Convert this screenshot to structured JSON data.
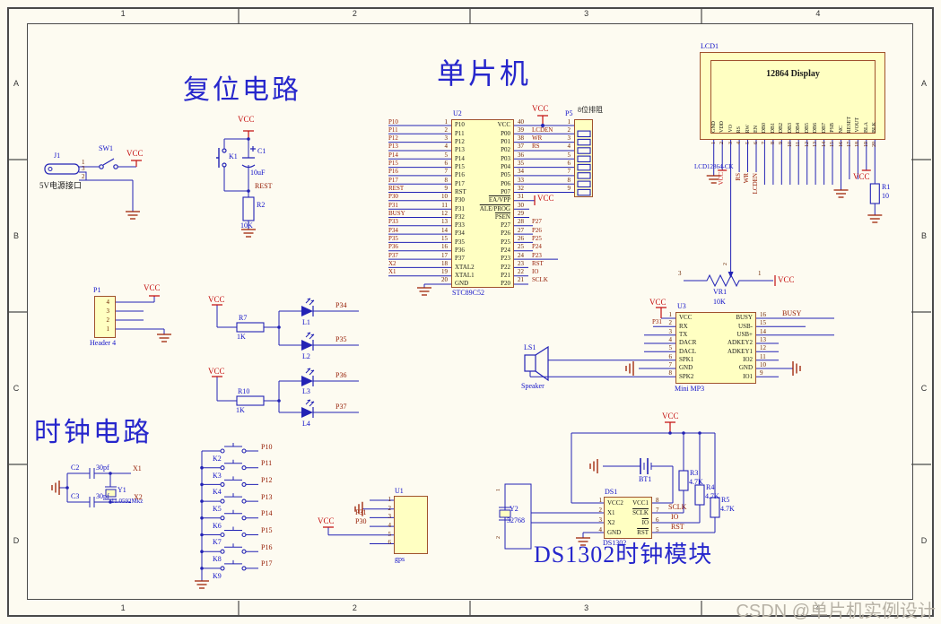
{
  "frame": {
    "cols": [
      "1",
      "2",
      "3",
      "4"
    ],
    "rows": [
      "A",
      "B",
      "C",
      "D"
    ],
    "watermark": "CSDN @单片机实例设计"
  },
  "titles": {
    "reset": "复位电路",
    "mcu": "单片机",
    "clock": "时钟电路",
    "ds": "DS1302时钟模块"
  },
  "power": {
    "j1": "J1",
    "j1_name": "5V电源接口",
    "sw1": "SW1",
    "vcc": "VCC",
    "pins": [
      "1",
      "3",
      "2"
    ]
  },
  "reset": {
    "vcc": "VCC",
    "k1": "K1",
    "c1": "C1",
    "c1_val": "10uF",
    "net": "REST",
    "r2": "R2",
    "r2_val": "10K"
  },
  "header4": {
    "ref": "P1",
    "name": "Header 4",
    "vcc": "VCC",
    "pins": [
      "4",
      "3",
      "2",
      "1"
    ]
  },
  "leds": {
    "g1": {
      "vcc": "VCC",
      "r": "R7",
      "r_val": "1K",
      "d1": "L1",
      "d1_net": "P34",
      "d2": "L2",
      "d2_net": "P35"
    },
    "g2": {
      "vcc": "VCC",
      "r": "R10",
      "r_val": "1K",
      "d1": "L3",
      "d1_net": "P36",
      "d2": "L4",
      "d2_net": "P37"
    }
  },
  "clock": {
    "c2": "C2",
    "c2_val": "30pf",
    "c3": "C3",
    "c3_val": "30pf",
    "y1": "Y1",
    "y1_val": "11.0592Mkz",
    "x1": "X1",
    "x2": "X2"
  },
  "keys": {
    "rows": [
      {
        "key": "K2",
        "net": "P10"
      },
      {
        "key": "K3",
        "net": "P11"
      },
      {
        "key": "K4",
        "net": "P12"
      },
      {
        "key": "K5",
        "net": "P13"
      },
      {
        "key": "K6",
        "net": "P14"
      },
      {
        "key": "K7",
        "net": "P15"
      },
      {
        "key": "K8",
        "net": "P16"
      },
      {
        "key": "K9",
        "net": "P17"
      }
    ]
  },
  "gps": {
    "ref": "U1",
    "name": "gps",
    "pins": [
      "1",
      "2",
      "3",
      "4",
      "5",
      "6"
    ],
    "p31": "P31",
    "p30": "P30",
    "vcc": "VCC"
  },
  "mcu": {
    "ref": "U2",
    "name": "STC89C52",
    "vcc_top": "VCC",
    "vcc_ea": "VCC",
    "left": [
      {
        "num": "1",
        "pin": "P10",
        "net": "P10"
      },
      {
        "num": "2",
        "pin": "P11",
        "net": "P11"
      },
      {
        "num": "3",
        "pin": "P12",
        "net": "P12"
      },
      {
        "num": "4",
        "pin": "P13",
        "net": "P13"
      },
      {
        "num": "5",
        "pin": "P14",
        "net": "P14"
      },
      {
        "num": "6",
        "pin": "P15",
        "net": "P15"
      },
      {
        "num": "7",
        "pin": "P16",
        "net": "P16"
      },
      {
        "num": "8",
        "pin": "P17",
        "net": "P17"
      },
      {
        "num": "9",
        "pin": "RST",
        "net": "REST"
      },
      {
        "num": "10",
        "pin": "P30",
        "net": "P30"
      },
      {
        "num": "11",
        "pin": "P31",
        "net": "P31"
      },
      {
        "num": "12",
        "pin": "P32",
        "net": "BUSY"
      },
      {
        "num": "13",
        "pin": "P33",
        "net": "P33"
      },
      {
        "num": "14",
        "pin": "P34",
        "net": "P34"
      },
      {
        "num": "15",
        "pin": "P35",
        "net": "P35"
      },
      {
        "num": "16",
        "pin": "P36",
        "net": "P36"
      },
      {
        "num": "17",
        "pin": "P37",
        "net": "P37"
      },
      {
        "num": "18",
        "pin": "XTAL2",
        "net": "X2"
      },
      {
        "num": "19",
        "pin": "XTAL1",
        "net": "X1"
      },
      {
        "num": "20",
        "pin": "GND",
        "net": ""
      }
    ],
    "right": [
      {
        "num": "40",
        "pin": "VCC",
        "net": ""
      },
      {
        "num": "39",
        "pin": "P00",
        "net": "LCDEN"
      },
      {
        "num": "38",
        "pin": "P01",
        "net": "WR"
      },
      {
        "num": "37",
        "pin": "P02",
        "net": "RS"
      },
      {
        "num": "36",
        "pin": "P03",
        "net": ""
      },
      {
        "num": "35",
        "pin": "P04",
        "net": ""
      },
      {
        "num": "34",
        "pin": "P05",
        "net": ""
      },
      {
        "num": "33",
        "pin": "P06",
        "net": ""
      },
      {
        "num": "32",
        "pin": "P07",
        "net": ""
      },
      {
        "num": "31",
        "pin": "EA/VPP",
        "net": ""
      },
      {
        "num": "30",
        "pin": "ALE/PROG",
        "net": ""
      },
      {
        "num": "29",
        "pin": "PSEN",
        "net": ""
      },
      {
        "num": "28",
        "pin": "P27",
        "net": "P27"
      },
      {
        "num": "27",
        "pin": "P26",
        "net": "P26"
      },
      {
        "num": "26",
        "pin": "P25",
        "net": "P25"
      },
      {
        "num": "25",
        "pin": "P24",
        "net": "P24"
      },
      {
        "num": "24",
        "pin": "P23",
        "net": "P23"
      },
      {
        "num": "23",
        "pin": "P22",
        "net": "RST"
      },
      {
        "num": "22",
        "pin": "P21",
        "net": "IO"
      },
      {
        "num": "21",
        "pin": "P20",
        "net": "SCLK"
      }
    ]
  },
  "rnet": {
    "ref": "P5",
    "name": "8位排阻",
    "pins": [
      "1",
      "2",
      "3",
      "4",
      "5",
      "6",
      "7",
      "8",
      "9"
    ]
  },
  "lcd": {
    "ref": "LCD1",
    "title": "12864 Display",
    "part": "LCD12864-CK",
    "pins": [
      {
        "num": "1",
        "name": "GND"
      },
      {
        "num": "2",
        "name": "VDD"
      },
      {
        "num": "3",
        "name": "VO"
      },
      {
        "num": "4",
        "name": "RS"
      },
      {
        "num": "5",
        "name": "RW"
      },
      {
        "num": "6",
        "name": "EN"
      },
      {
        "num": "7",
        "name": "DB0"
      },
      {
        "num": "8",
        "name": "DB1"
      },
      {
        "num": "9",
        "name": "DB2"
      },
      {
        "num": "10",
        "name": "DB3"
      },
      {
        "num": "11",
        "name": "DB4"
      },
      {
        "num": "12",
        "name": "DB5"
      },
      {
        "num": "13",
        "name": "DB6"
      },
      {
        "num": "14",
        "name": "DB7"
      },
      {
        "num": "15",
        "name": "PSB"
      },
      {
        "num": "16",
        "name": "NC"
      },
      {
        "num": "17",
        "name": "RESET"
      },
      {
        "num": "18",
        "name": "VOUT"
      },
      {
        "num": "19",
        "name": "BLA"
      },
      {
        "num": "20",
        "name": "BLK"
      }
    ],
    "vcc": "VCC",
    "rs": "RS",
    "wr": "WR",
    "lcden": "LCDEN",
    "vcc2": "VCC",
    "r1": "R1",
    "r1_val": "10"
  },
  "vr1": {
    "ref": "VR1",
    "val": "10K",
    "p3": "3",
    "p2": "2",
    "p1": "1",
    "vcc": "VCC"
  },
  "mp3": {
    "ref": "U3",
    "name": "Mini MP3",
    "vcc": "VCC",
    "p31": "P31",
    "busy": "BUSY",
    "left": [
      {
        "num": "1",
        "name": "VCC"
      },
      {
        "num": "2",
        "name": "RX"
      },
      {
        "num": "3",
        "name": "TX"
      },
      {
        "num": "4",
        "name": "DACR"
      },
      {
        "num": "5",
        "name": "DACL"
      },
      {
        "num": "6",
        "name": "SPK1"
      },
      {
        "num": "7",
        "name": "GND"
      },
      {
        "num": "8",
        "name": "SPK2"
      }
    ],
    "right": [
      {
        "num": "16",
        "name": "BUSY"
      },
      {
        "num": "15",
        "name": "USB-"
      },
      {
        "num": "14",
        "name": "USB+"
      },
      {
        "num": "13",
        "name": "ADKEY2"
      },
      {
        "num": "12",
        "name": "ADKEY1"
      },
      {
        "num": "11",
        "name": "IO2"
      },
      {
        "num": "10",
        "name": "GND"
      },
      {
        "num": "9",
        "name": "IO1"
      }
    ]
  },
  "speaker": {
    "ref": "LS1",
    "name": "Speaker"
  },
  "ds": {
    "ref": "DS1",
    "name": "DS1302",
    "vcc": "VCC",
    "bt1": "BT1",
    "y2": "Y2",
    "y2_val": "32768",
    "y2_p1": "1",
    "y2_p2": "2",
    "r3": "R3",
    "r3_val": "4.7K",
    "r4": "R4",
    "r4_val": "4.7K",
    "r5": "R5",
    "r5_val": "4.7K",
    "sclk": "SCLK",
    "io": "IO",
    "rst": "RST",
    "left": [
      {
        "num": "1",
        "name": "VCC2"
      },
      {
        "num": "2",
        "name": "X1"
      },
      {
        "num": "3",
        "name": "X2"
      },
      {
        "num": "4",
        "name": "GND"
      }
    ],
    "right": [
      {
        "num": "8",
        "name": "VCC1"
      },
      {
        "num": "7",
        "name": "SCLK"
      },
      {
        "num": "6",
        "name": "IO"
      },
      {
        "num": "5",
        "name": "RST"
      }
    ]
  }
}
